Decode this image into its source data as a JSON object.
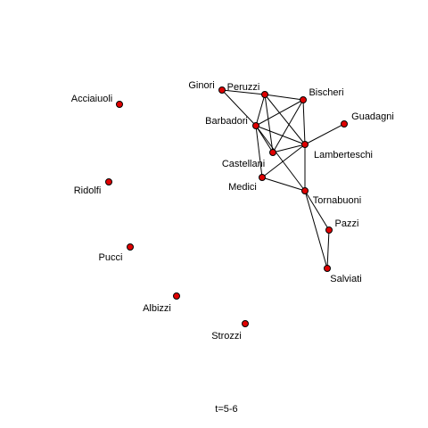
{
  "graph": {
    "caption": "t=5-6",
    "node_color": "#e00000",
    "edge_color": "#000000",
    "nodes": [
      {
        "id": "Acciaiuoli",
        "label": "Acciaiuoli"
      },
      {
        "id": "Ridolfi",
        "label": "Ridolfi"
      },
      {
        "id": "Pucci",
        "label": "Pucci"
      },
      {
        "id": "Albizzi",
        "label": "Albizzi"
      },
      {
        "id": "Strozzi",
        "label": "Strozzi"
      },
      {
        "id": "Ginori",
        "label": "Ginori"
      },
      {
        "id": "Peruzzi",
        "label": "Peruzzi"
      },
      {
        "id": "Bischeri",
        "label": "Bischeri"
      },
      {
        "id": "Guadagni",
        "label": "Guadagni"
      },
      {
        "id": "Barbadori",
        "label": "Barbadori"
      },
      {
        "id": "Lamberteschi",
        "label": "Lamberteschi"
      },
      {
        "id": "Castellani",
        "label": "Castellani"
      },
      {
        "id": "Medici",
        "label": "Medici"
      },
      {
        "id": "Tornabuoni",
        "label": "Tornabuoni"
      },
      {
        "id": "Pazzi",
        "label": "Pazzi"
      },
      {
        "id": "Salviati",
        "label": "Salviati"
      }
    ],
    "edges": [
      [
        "Ginori",
        "Peruzzi"
      ],
      [
        "Ginori",
        "Barbadori"
      ],
      [
        "Peruzzi",
        "Bischeri"
      ],
      [
        "Peruzzi",
        "Barbadori"
      ],
      [
        "Peruzzi",
        "Castellani"
      ],
      [
        "Peruzzi",
        "Lamberteschi"
      ],
      [
        "Bischeri",
        "Barbadori"
      ],
      [
        "Bischeri",
        "Castellani"
      ],
      [
        "Bischeri",
        "Lamberteschi"
      ],
      [
        "Guadagni",
        "Lamberteschi"
      ],
      [
        "Barbadori",
        "Castellani"
      ],
      [
        "Barbadori",
        "Lamberteschi"
      ],
      [
        "Barbadori",
        "Medici"
      ],
      [
        "Barbadori",
        "Tornabuoni"
      ],
      [
        "Castellani",
        "Lamberteschi"
      ],
      [
        "Medici",
        "Lamberteschi"
      ],
      [
        "Medici",
        "Tornabuoni"
      ],
      [
        "Lamberteschi",
        "Tornabuoni"
      ],
      [
        "Tornabuoni",
        "Pazzi"
      ],
      [
        "Tornabuoni",
        "Salviati"
      ],
      [
        "Pazzi",
        "Salviati"
      ]
    ]
  }
}
